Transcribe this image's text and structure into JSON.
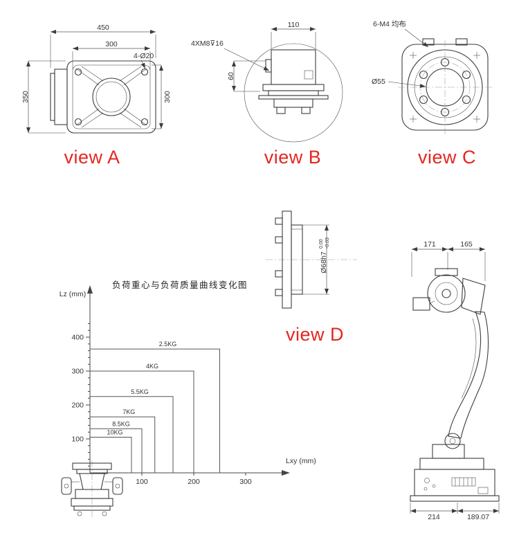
{
  "colors": {
    "line": "#3c3c3c",
    "accent_red": "#e5261f"
  },
  "views": {
    "a": {
      "label": "view A",
      "dims": {
        "width_total": "450",
        "width_inner": "300",
        "height_total": "350",
        "height_inner": "300",
        "holes_note": "4-Ø20"
      }
    },
    "b": {
      "label": "view B",
      "dims": {
        "width_top": "110",
        "height_left": "60",
        "thread_note": "4XM8⊽16"
      }
    },
    "c": {
      "label": "view C",
      "dims": {
        "holes_note": "6-M4 均布",
        "bore_note": "Ø55"
      }
    },
    "d": {
      "label": "view D",
      "dims": {
        "shaft_note": "Ø68h7",
        "tol_upper": "0.00",
        "tol_lower": "-0.03"
      }
    }
  },
  "side_view": {
    "dims": {
      "top_left": "171",
      "top_right": "165",
      "bottom_left": "214",
      "bottom_right": "189.07"
    }
  },
  "chart_data": {
    "type": "line",
    "title": "负荷重心与负荷质量曲线变化图",
    "xlabel": "Lxy (mm)",
    "ylabel": "Lz (mm)",
    "xlim": [
      0,
      320
    ],
    "ylim": [
      0,
      460
    ],
    "x_ticks": [
      100,
      200,
      300
    ],
    "y_ticks": [
      100,
      200,
      300,
      400
    ],
    "grid": false,
    "legend_position": "inline-labels",
    "series": [
      {
        "name": "2.5KG",
        "lz": 365,
        "lxy": 250
      },
      {
        "name": "4KG",
        "lz": 300,
        "lxy": 200
      },
      {
        "name": "5.5KG",
        "lz": 225,
        "lxy": 160
      },
      {
        "name": "7KG",
        "lz": 165,
        "lxy": 125
      },
      {
        "name": "8.5KG",
        "lz": 130,
        "lxy": 100
      },
      {
        "name": "10KG",
        "lz": 105,
        "lxy": 80
      }
    ]
  }
}
